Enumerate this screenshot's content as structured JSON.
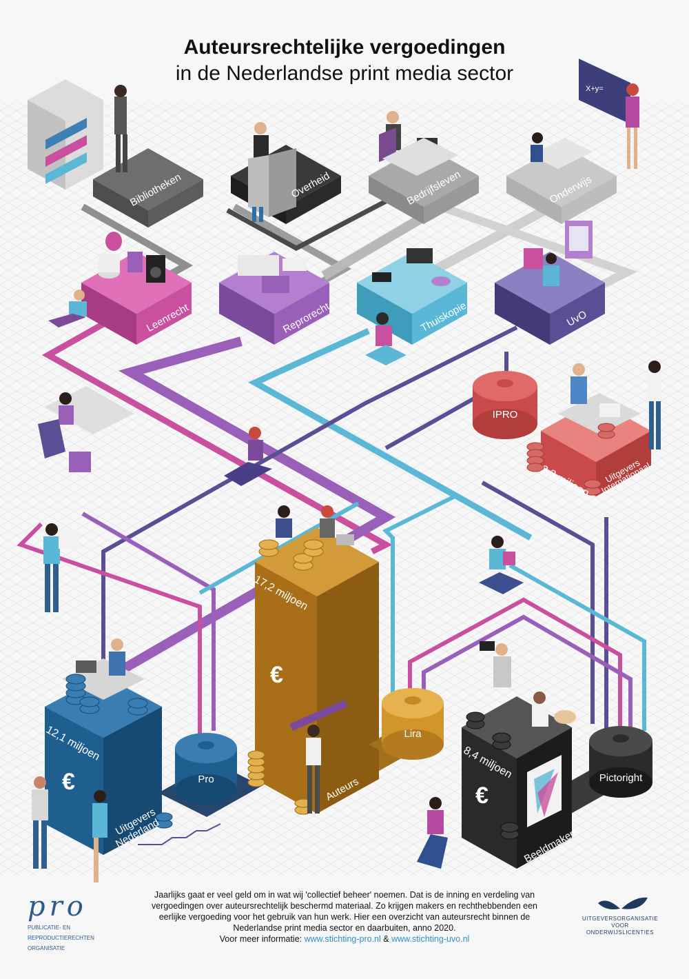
{
  "title": {
    "line1": "Auteursrechtelijke vergoedingen",
    "line2": "in de Nederlandse print media sector"
  },
  "users": {
    "bibliotheken": "Bibliotheken",
    "overheid": "Overheid",
    "bedrijfsleven": "Bedrijfsleven",
    "onderwijs": "Onderwijs"
  },
  "rights": {
    "leenrecht": "Leenrecht",
    "reprorecht": "Reprorecht",
    "thuiskopie": "Thuiskopie",
    "uvo": "UvO"
  },
  "blackboard_text": "X+y=",
  "organisations": {
    "ipro": "IPRO",
    "pro": "Pro",
    "lira": "Lira",
    "pictoright": "Pictoright"
  },
  "recipients": {
    "uitgevers_internationaal": {
      "line1": "Uitgevers",
      "line2": "Internationaal",
      "amount": "2,3 miljoen"
    },
    "uitgevers_nederland": {
      "line1": "Uitgevers",
      "line2": "Nederland",
      "amount": "12,1 miljoen"
    },
    "auteurs": {
      "label": "Auteurs",
      "amount": "17,2 miljoen"
    },
    "beeldmakers": {
      "label": "Beeldmakers",
      "amount": "8,4 miljoen"
    }
  },
  "euro_symbol": "€",
  "footer": {
    "text": "Jaarlijks gaat er veel geld om in wat wij 'collectief beheer' noemen. Dat is de inning en verdeling van vergoedingen over auteursrechtelijk beschermd materiaal. Zo krijgen makers en rechthebbenden een eerlijke vergoeding voor het gebruik van hun werk. Hier een overzicht van auteursrecht binnen de Nederlandse print media sector en daarbuiten, anno 2020.",
    "more_prefix": "Voor meer informatie:",
    "link1": "www.stichting-pro.nl",
    "amp": "&",
    "link2": "www.stichting-uvo.nl"
  },
  "logos": {
    "pro_word": "pro",
    "pro_sub1": "PUBLICATIE- EN",
    "pro_sub2": "REPRODUCTIERECHTEN",
    "pro_sub3": "ORGANISATIE",
    "uvo_sub1": "UITGEVERSORGANISATIE",
    "uvo_sub2": "VOOR",
    "uvo_sub3": "ONDERWIJSLICENTIES"
  },
  "colors": {
    "leenrecht": "#c94f9f",
    "reprorecht": "#9a5fb8",
    "thuiskopie": "#5ab8d6",
    "uvo": "#5a4e94",
    "ipro": "#d9585a",
    "pro": "#1f5f8f",
    "auteurs": "#b0791e",
    "lira": "#c4891f",
    "pictoright": "#2b2b2b",
    "users": "#8e8e8e"
  }
}
